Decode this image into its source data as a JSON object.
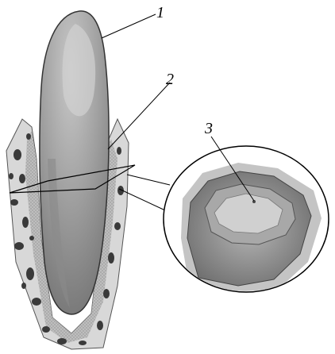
{
  "figure": {
    "labels": {
      "tooth_crown": "1",
      "tooth_root": "2",
      "section_point": "3"
    },
    "colors": {
      "tooth_fill": "#9a9a9a",
      "tooth_highlight": "#cfcfcf",
      "bone_fill": "#d9d9d9",
      "pore_fill": "#333333",
      "outline": "#000000",
      "background": "#ffffff"
    }
  }
}
